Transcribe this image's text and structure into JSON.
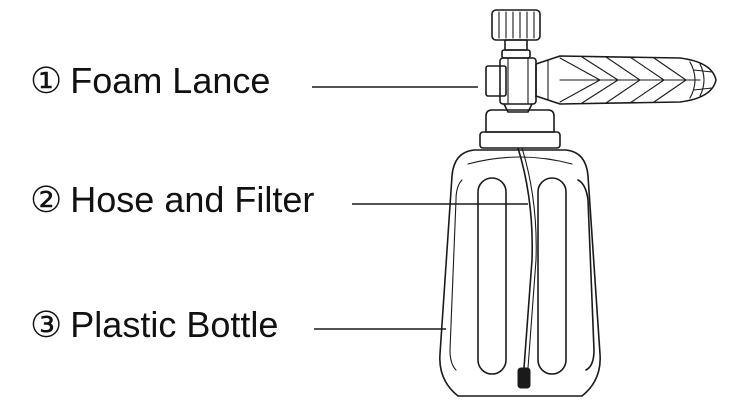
{
  "labels": [
    {
      "number": "①",
      "text": "Foam Lance"
    },
    {
      "number": "②",
      "text": "Hose and Filter"
    },
    {
      "number": "③",
      "text": "Plastic Bottle"
    }
  ],
  "colors": {
    "ink": "#1a1a1a",
    "background": "#ffffff"
  }
}
